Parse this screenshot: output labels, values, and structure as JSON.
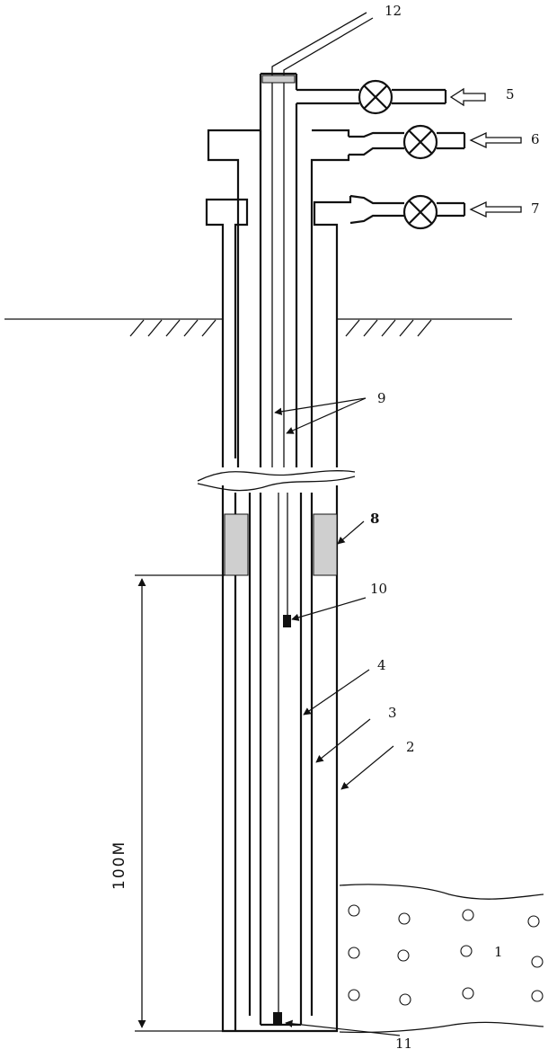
{
  "labels": {
    "zone": "1",
    "casing_outer": "2",
    "casing_middle": "3",
    "tubing": "4",
    "inlet_top": "5",
    "inlet_middle": "6",
    "inlet_bottom": "7",
    "packer": "8",
    "lines": "9",
    "upper_sensor": "10",
    "lower_sensor": "11",
    "cable": "12"
  },
  "dimension": {
    "value": "100M"
  },
  "colors": {
    "line": "#111111",
    "packer_fill": "#cfcfcf",
    "background": "#ffffff"
  }
}
